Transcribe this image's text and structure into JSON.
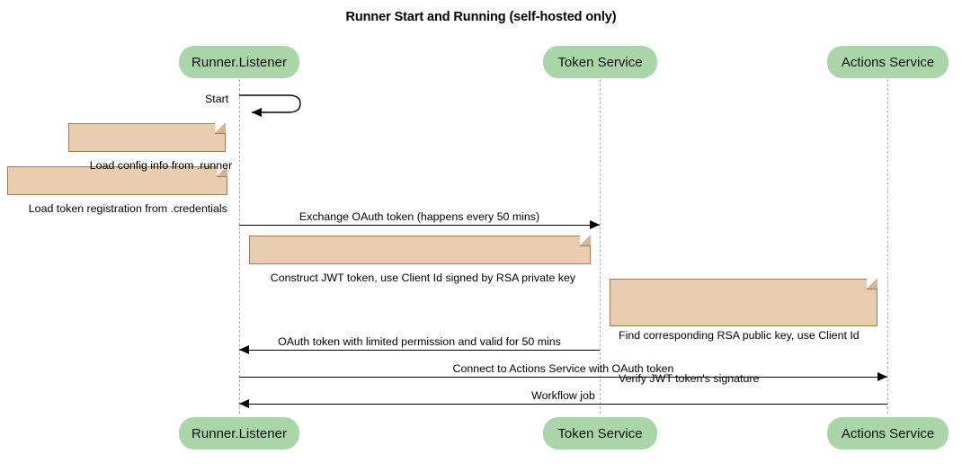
{
  "title": "Runner Start and Running (self-hosted only)",
  "theme": {
    "participant_fill": "#a9d5a9",
    "note_fill": "#e8cdb3",
    "note_border": "#9c7b56",
    "lifeline_color": "#b0b0b0",
    "arrow_color": "#000000",
    "background": "#ffffff"
  },
  "participants": [
    {
      "id": "runner",
      "label": "Runner.Listener"
    },
    {
      "id": "token",
      "label": "Token Service"
    },
    {
      "id": "actions",
      "label": "Actions Service"
    }
  ],
  "participants_bottom": [
    {
      "id": "runner",
      "label": "Runner.Listener"
    },
    {
      "id": "token",
      "label": "Token Service"
    },
    {
      "id": "actions",
      "label": "Actions Service"
    }
  ],
  "messages": [
    {
      "id": "m1",
      "label": "Start",
      "from": "runner",
      "to": "runner",
      "kind": "self"
    },
    {
      "id": "m2",
      "label": "Exchange OAuth token (happens every 50 mins)",
      "from": "runner",
      "to": "token",
      "kind": "right"
    },
    {
      "id": "m3",
      "label": "OAuth token with limited permission and valid for 50 mins",
      "from": "token",
      "to": "runner",
      "kind": "left"
    },
    {
      "id": "m4",
      "label": "Connect to Actions Service with OAuth token",
      "from": "runner",
      "to": "actions",
      "kind": "right"
    },
    {
      "id": "m5",
      "label": "Workflow job",
      "from": "actions",
      "to": "runner",
      "kind": "left"
    }
  ],
  "notes": [
    {
      "id": "n1",
      "text": "Load config info from .runner"
    },
    {
      "id": "n2",
      "text": "Load token registration from .credentials"
    },
    {
      "id": "n3",
      "text": "Construct JWT token, use Client Id signed by RSA private key"
    },
    {
      "id": "n4_line1",
      "text": "Find corresponding RSA public key, use Client Id"
    },
    {
      "id": "n4_line2",
      "text": "Verify JWT token's signature"
    }
  ]
}
